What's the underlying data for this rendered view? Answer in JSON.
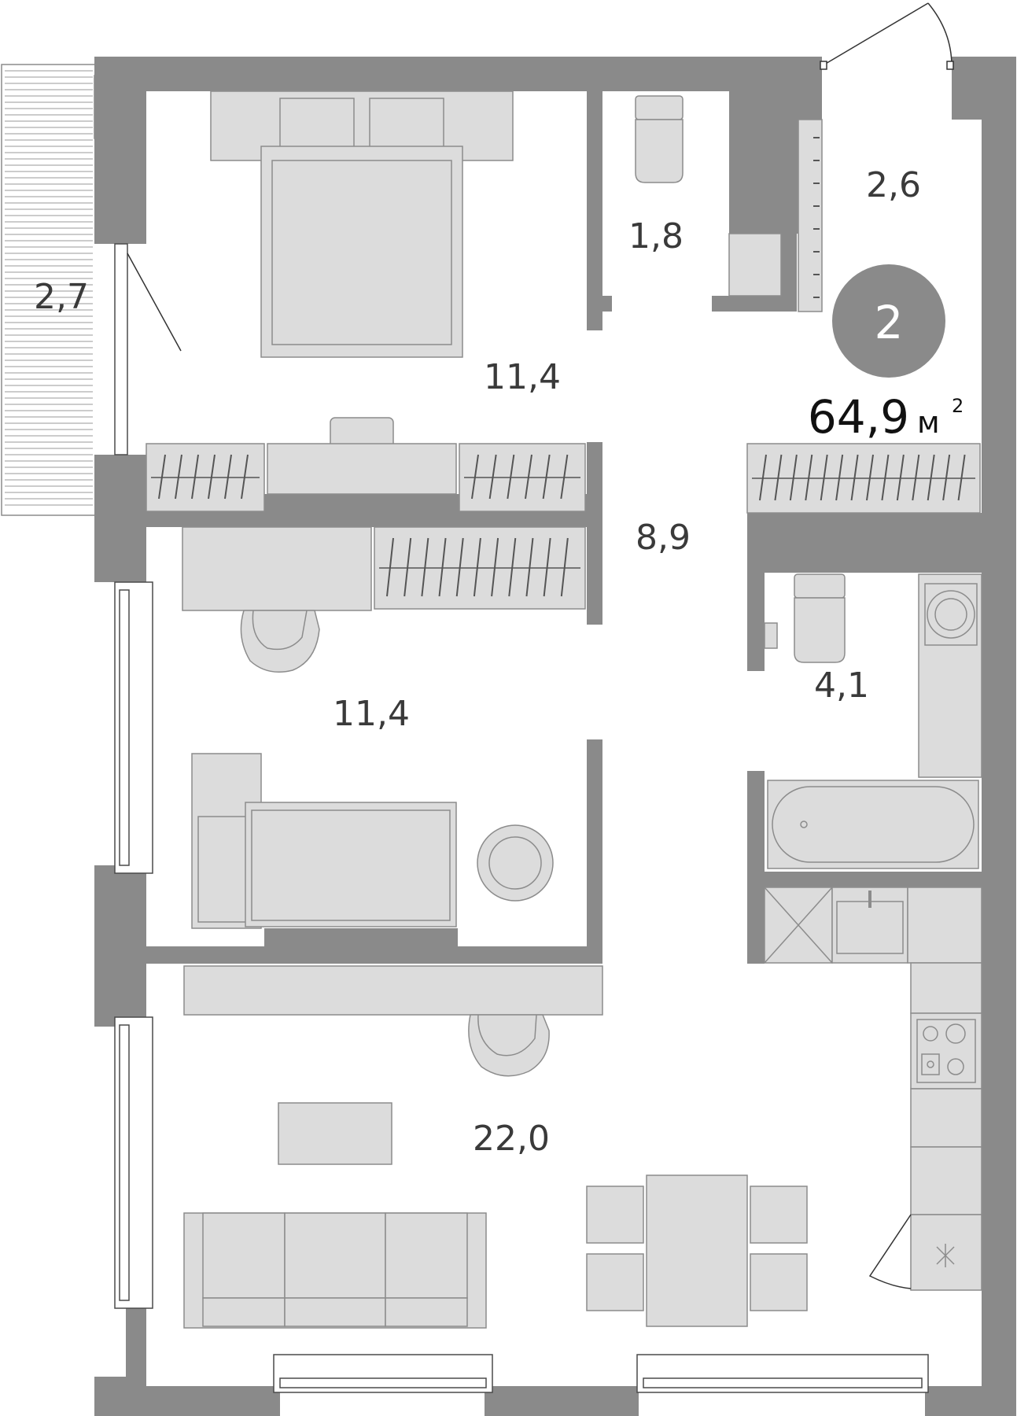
{
  "plan": {
    "rooms": {
      "balcony": "2,7",
      "bedroom": "11,4",
      "wc": "1,8",
      "hall_entry": "2,6",
      "corridor": "8,9",
      "second_room": "11,4",
      "bathroom": "4,1",
      "living_kitchen": "22,0"
    },
    "badge": {
      "rooms_count": "2",
      "color": "#8a8a8a"
    },
    "total_area": {
      "value": "64,9",
      "unit": "м",
      "unit_power": "2"
    },
    "colors": {
      "wall": "#8a8a8a",
      "furniture": "#dcdcdc",
      "text": "#3a3a3a"
    }
  }
}
